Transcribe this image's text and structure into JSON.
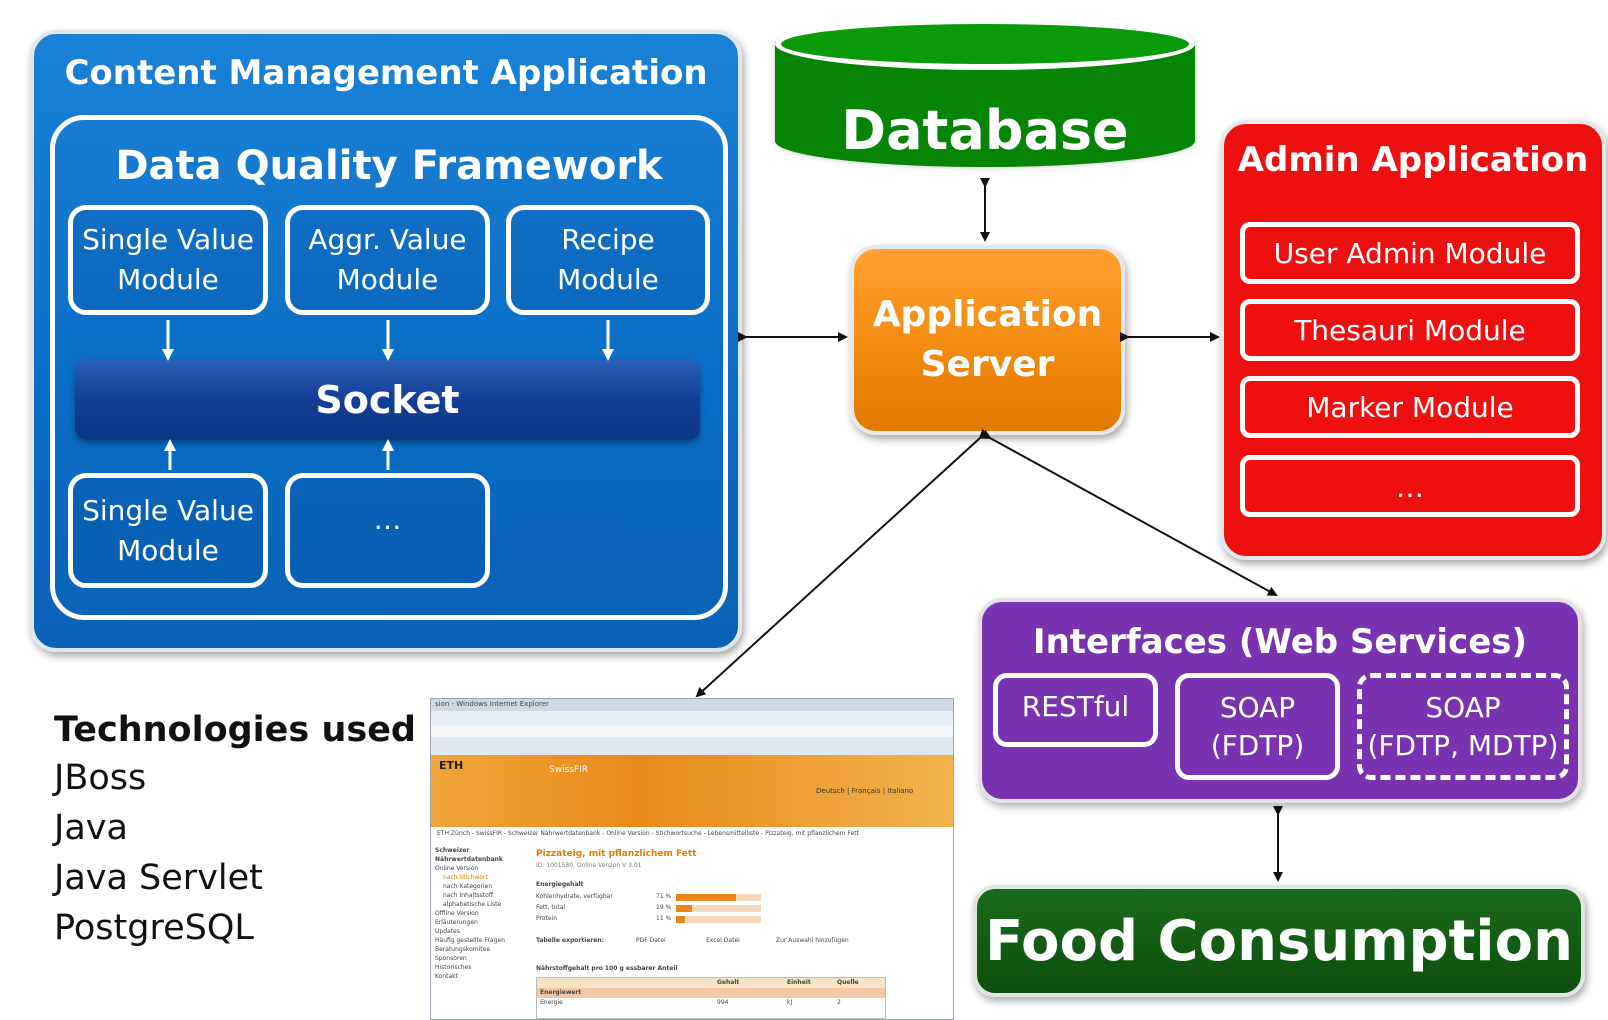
{
  "cma": {
    "title": "Content Management Application",
    "dqf": {
      "title": "Data Quality Framework",
      "top_modules": [
        {
          "line1": "Single Value",
          "line2": "Module"
        },
        {
          "line1": "Aggr. Value",
          "line2": "Module"
        },
        {
          "line1": "Recipe",
          "line2": "Module"
        }
      ],
      "socket": "Socket",
      "bottom_modules": [
        {
          "line1": "Single Value",
          "line2": "Module"
        },
        {
          "line1": "…",
          "line2": ""
        }
      ]
    }
  },
  "database": {
    "label": "Database"
  },
  "app_server": {
    "line1": "Application",
    "line2": "Server"
  },
  "admin": {
    "title": "Admin Application",
    "modules": [
      "User Admin Module",
      "Thesauri Module",
      "Marker Module",
      "…"
    ]
  },
  "interfaces": {
    "title": "Interfaces (Web Services)",
    "items": [
      {
        "line1": "RESTful",
        "line2": ""
      },
      {
        "line1": "SOAP",
        "line2": "(FDTP)"
      },
      {
        "line1": "SOAP",
        "line2": "(FDTP, MDTP)"
      }
    ]
  },
  "food": {
    "label": "Food Consumption"
  },
  "technologies": {
    "title": "Technologies used",
    "items": [
      "JBoss",
      "Java",
      "Java Servlet",
      "PostgreSQL"
    ]
  },
  "thumbnail": {
    "window_title": "sion - Windows Internet Explorer",
    "logo": "ETH",
    "brand": "SwissFIR",
    "languages": "Deutsch | Français | Italiano",
    "breadcrumb": "ETH Zürich - SwissFIR - Schweizer Nährwertdatenbank - Online Version - Stichwortsuche - Lebensmittelliste - Pizzateig, mit pflanzlichem Fett",
    "heading": "Pizzateig, mit pflanzlichem Fett",
    "id_line": "ID: 1001580, Online Version V 3.01",
    "energy_label": "Energiegehalt",
    "nutrients": [
      {
        "name": "Kohlenhydrate, verfügbar",
        "pct": "71 %",
        "fill": 0.71
      },
      {
        "name": "Fett, total",
        "pct": "19 %",
        "fill": 0.19
      },
      {
        "name": "Protein",
        "pct": "11 %",
        "fill": 0.11
      }
    ],
    "export_label": "Tabelle exportieren:",
    "export_pdf": "PDF Datei",
    "export_excel": "Excel Datei",
    "export_list": "Zur Auswahl hinzufügen",
    "table_title": "Nährstoffgehalt pro 100 g essbarer Anteil",
    "table_headers": [
      "Gehalt",
      "Einheit",
      "Quelle"
    ],
    "table_section": "Energiewert",
    "table_row": [
      "Energie",
      "994",
      "kJ",
      "2"
    ],
    "sidebar": [
      "Schweizer",
      "Nährwertdatenbank",
      "Online Version",
      "nach Stichwort",
      "nach Kategorien",
      "nach Inhaltsstoff",
      "alphabetische Liste",
      "Offline Version",
      "Erläuterungen",
      "Updates",
      "Häufig gestellte Fragen",
      "Beratungskomitee",
      "Sponsoren",
      "Historisches",
      "Kontakt"
    ]
  }
}
